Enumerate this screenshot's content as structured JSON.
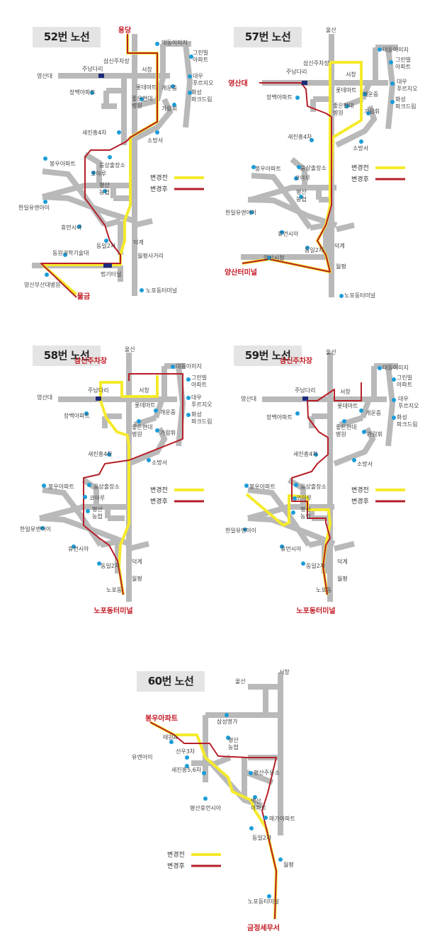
{
  "colors": {
    "road": "#b9b9ba",
    "before": "#f5ea2c",
    "after": "#b61f28",
    "dot": "#1a9cd8",
    "label": "#444444",
    "endpoint": "#c41a24",
    "title_bg": "#e4e4e4"
  },
  "legend": {
    "before": "변경전",
    "after": "변경후"
  },
  "panels": [
    {
      "title": "52번 노선",
      "labels": {
        "endpoint_top": "용당",
        "endpoint_bottom": "물금",
        "daedong": "대동이미지",
        "green": "그린빌\n아파트",
        "daewoo": "대우\n푸르지오",
        "hwaseong": "화성\n파크드림",
        "samsin": "삼신주차장",
        "junamdari": "주남다리",
        "seochang": "서창",
        "yeongsandae": "영산대",
        "jangbaek": "장백아파트",
        "lotte": "롯데마트",
        "gaeunjung": "개운중",
        "joeun": "좋은현대\n병원",
        "garamhwi": "가람휘",
        "saejin": "새진흥4차",
        "sobang": "소방서",
        "bongwoo": "봉우아파트",
        "ungsang": "웅상출장소",
        "coaru": "코아루",
        "pyeongsan": "평산\n농협",
        "hanil": "한일유앤아이",
        "humen": "휴먼시아",
        "dongil": "동일2차",
        "deokgye": "덕계",
        "dongwon": "동원과학기술대",
        "wolpyeong": "월평사거리",
        "beopgi": "법기터널",
        "yangsan_hosp": "양산부산대병원",
        "nopo": "노포동터미널"
      }
    },
    {
      "title": "57번 노선",
      "labels": {
        "ulsan": "울산",
        "endpoint_top": "영산대",
        "endpoint_bottom": "양산터미널",
        "daedong": "대동이미지",
        "green": "그린빌\n아파트",
        "daewoo": "대우\n푸르지오",
        "hwaseong": "화성\n파크드림",
        "samsin": "삼신주차장",
        "junamdari": "주남다리",
        "seochang": "서창",
        "jangbaek": "장백아파트",
        "lotte": "롯데마트",
        "gaeunjung": "개운중",
        "joeun": "좋은현대\n병원",
        "garamhwi": "가람휘",
        "saejin": "새진흥4차",
        "sobang": "소방서",
        "bongwoo": "봉우아파트",
        "ungsang": "웅상출장소",
        "coaru": "코아루",
        "pyeongsan": "평산\n농협",
        "hanil": "한일유앤아이",
        "humen": "휴먼시아",
        "dongil": "동일2차",
        "deokgye": "덕계",
        "yangsan_city": "양산시청",
        "wolpyeong": "월평",
        "nopo": "노포동터미널"
      }
    },
    {
      "title": "58번 노선",
      "labels": {
        "ulsan": "울산",
        "endpoint_top": "삼신주차장",
        "endpoint_bottom": "노포동터미널",
        "daedong": "대동이미지",
        "green": "그린빌\n아파트",
        "daewoo": "대우\n푸르지오",
        "hwaseong": "화성\n파크드림",
        "junamdari": "주남다리",
        "seochang": "서창",
        "yeongsandae": "영산대",
        "jangbaek": "장백아파트",
        "lotte": "롯데마트",
        "gaeunjung": "개운중",
        "joeun": "좋은현대\n병원",
        "garamhwi": "가람휘",
        "saejin": "새진흥4차",
        "sobang": "소방서",
        "bongwoo": "봉우아파트",
        "ungsang": "웅상출장소",
        "coaru": "코아루",
        "pyeongsan": "평산\n농협",
        "hanil": "한일유앤아이",
        "humen": "휴먼시아",
        "dongil": "동일2차",
        "deokgye": "덕계",
        "wolpyeong": "월평",
        "nopodong": "노포동"
      }
    },
    {
      "title": "59번 노선",
      "labels": {
        "ulsan": "울산",
        "endpoint_top": "삼신주차장",
        "endpoint_bottom": "노포동터미널",
        "daedong": "대동이미지",
        "green": "그린빌\n아파트",
        "daewoo": "대우\n푸르지오",
        "hwaseong": "화성\n파크드림",
        "junamdari": "주남다리",
        "seochang": "서창",
        "yeongsandae": "영산대",
        "jangbaek": "장백아파트",
        "lotte": "롯데마트",
        "gaeunjung": "개운중",
        "joeun": "좋은현대\n병원",
        "garamhwi": "가람휘",
        "saejin": "새진흥4차",
        "sobang": "소방서",
        "bongwoo": "봉우아파트",
        "ungsang": "웅상출장소",
        "coaru": "코아루",
        "pyeongsan": "평산\n농협",
        "hanil": "한일유앤아이",
        "humen": "휴먼시아",
        "dongil": "동일2차",
        "deokgye": "덕계",
        "wolpyeong": "월평",
        "nopodong": "노포동"
      }
    },
    {
      "title": "60번 노선",
      "labels": {
        "ulsan": "울산",
        "seochang": "서창",
        "endpoint_top": "봉우아파트",
        "endpoint_bottom": "금정세무서",
        "samseong": "삼성명가",
        "pyeongsan": "평산\n농협",
        "taewon": "태원A",
        "seonu": "선우3차",
        "yuen": "유엔아이",
        "saejin": "새진흥5,6차",
        "pyeongsan_gas": "평산주유소",
        "humen": "평산휴먼시아",
        "baeksan": "백산\n아파트",
        "maega": "매가아파트",
        "dongil": "동일2차",
        "wolpyeong": "월평",
        "nopo": "노포동터미널"
      }
    }
  ]
}
